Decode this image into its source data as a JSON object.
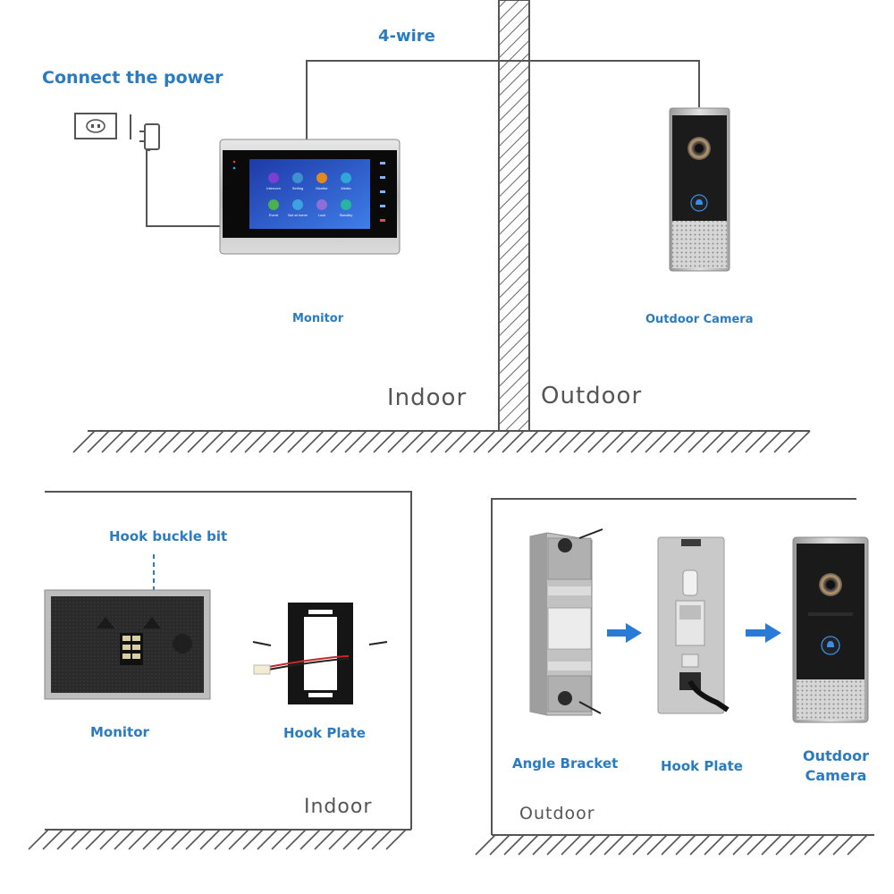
{
  "top": {
    "wiring_label": "4-wire",
    "power_label": "Connect the power",
    "monitor_label": "Monitor",
    "camera_label": "Outdoor Camera",
    "indoor_label": "Indoor",
    "outdoor_label": "Outdoor",
    "screen_icons": [
      {
        "label": "Intercom",
        "color": "#7b3fd1"
      },
      {
        "label": "Setting",
        "color": "#3f8fd1"
      },
      {
        "label": "Monitor",
        "color": "#e08a1e"
      },
      {
        "label": "Media",
        "color": "#2fa7d8"
      },
      {
        "label": "Event",
        "color": "#4caf50"
      },
      {
        "label": "Not at home",
        "color": "#3fa2e0"
      },
      {
        "label": "Lock",
        "color": "#8e6fd8"
      },
      {
        "label": "Standby",
        "color": "#26b5a0"
      }
    ],
    "camera_call_label": "CALL"
  },
  "bottom_left": {
    "hook_buckle_label": "Hook buckle bit",
    "monitor_label": "Monitor",
    "hook_plate_label": "Hook Plate",
    "indoor_label": "Indoor"
  },
  "bottom_right": {
    "angle_bracket_label": "Angle Bracket",
    "hook_plate_label": "Hook Plate",
    "camera_label_line1": "Outdoor",
    "camera_label_line2": "Camera",
    "outdoor_label": "Outdoor",
    "camera_call_label": "CALL"
  },
  "colors": {
    "label_blue": "#2a7bbf",
    "arrow_blue": "#2a7bd6",
    "line_grey": "#555555",
    "hatch_grey": "#666666"
  }
}
